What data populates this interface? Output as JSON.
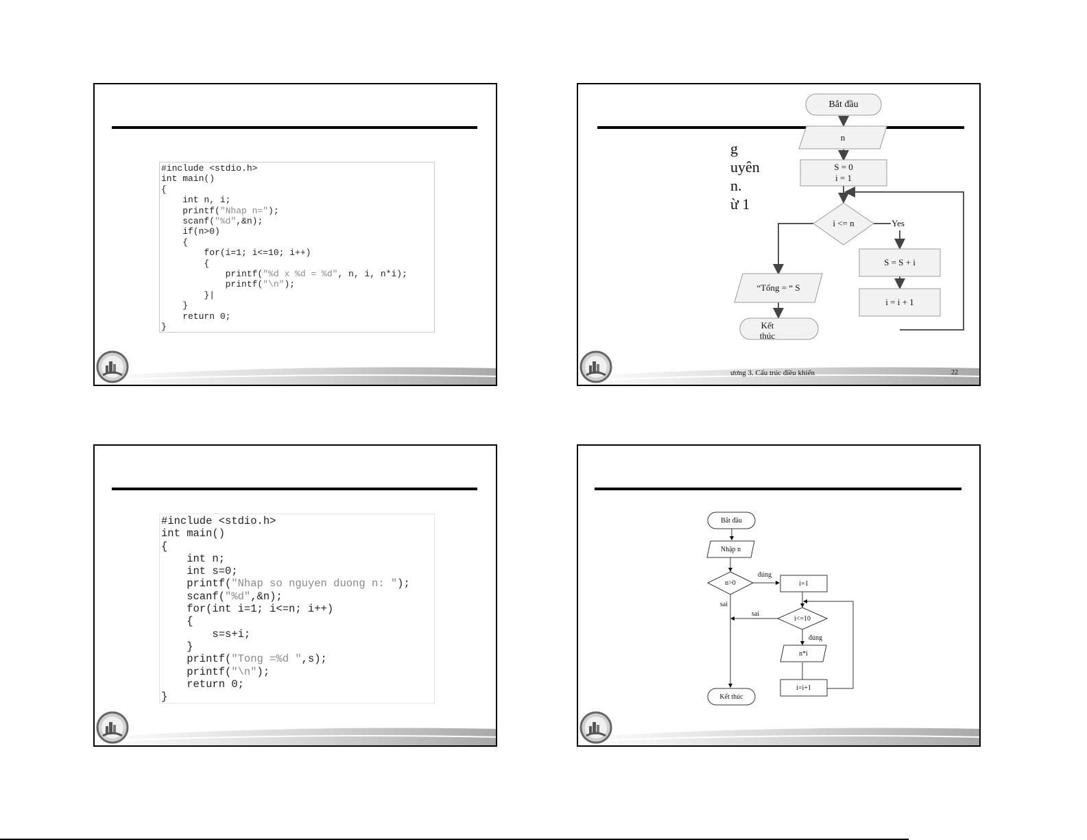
{
  "slides": {
    "slide1": {
      "code": [
        {
          "parts": [
            {
              "t": "#include <stdio.h>",
              "s": false
            }
          ]
        },
        {
          "parts": [
            {
              "t": "int main()",
              "s": false
            }
          ]
        },
        {
          "parts": [
            {
              "t": "{",
              "s": false
            }
          ]
        },
        {
          "parts": [
            {
              "t": "    int n, i;",
              "s": false
            }
          ]
        },
        {
          "parts": [
            {
              "t": "    printf(",
              "s": false
            },
            {
              "t": "\"Nhap n=\"",
              "s": true
            },
            {
              "t": ");",
              "s": false
            }
          ]
        },
        {
          "parts": [
            {
              "t": "    scanf(",
              "s": false
            },
            {
              "t": "\"%d\"",
              "s": true
            },
            {
              "t": ",&n);",
              "s": false
            }
          ]
        },
        {
          "parts": [
            {
              "t": "    if(n>0)",
              "s": false
            }
          ]
        },
        {
          "parts": [
            {
              "t": "    {",
              "s": false
            }
          ]
        },
        {
          "parts": [
            {
              "t": "        for(i=1; i<=10; i++)",
              "s": false
            }
          ]
        },
        {
          "parts": [
            {
              "t": "        {",
              "s": false
            }
          ]
        },
        {
          "parts": [
            {
              "t": "            printf(",
              "s": false
            },
            {
              "t": "\"%d x %d = %d\"",
              "s": true
            },
            {
              "t": ", n, i, n*i);",
              "s": false
            }
          ]
        },
        {
          "parts": [
            {
              "t": "            printf(",
              "s": false
            },
            {
              "t": "\"\\n\"",
              "s": true
            },
            {
              "t": ");",
              "s": false
            }
          ]
        },
        {
          "parts": [
            {
              "t": "        }|",
              "s": false
            }
          ]
        },
        {
          "parts": [
            {
              "t": "    }",
              "s": false
            }
          ]
        },
        {
          "parts": [
            {
              "t": "    return 0;",
              "s": false
            }
          ]
        },
        {
          "parts": [
            {
              "t": "}",
              "s": false
            }
          ]
        }
      ]
    },
    "slide2": {
      "side_text": [
        "g",
        "uyên",
        "n.",
        "ừ 1"
      ],
      "flowchart": {
        "start": "Bắt đầu",
        "input": "n",
        "init_line1": "S = 0",
        "init_line2": "i = 1",
        "condition": "i <= n",
        "yes_label": "Yes",
        "step1": "S = S + i",
        "step2": "i = i + 1",
        "output": "“Tổng = “ S",
        "end_line1": "Kết",
        "end_line2": "thúc"
      },
      "footer_text": "ương 3. Cấu trúc điều khiển",
      "page_number": "22"
    },
    "slide3": {
      "code": [
        {
          "parts": [
            {
              "t": "#include <stdio.h>",
              "s": false
            }
          ]
        },
        {
          "parts": [
            {
              "t": "int main()",
              "s": false
            }
          ]
        },
        {
          "parts": [
            {
              "t": "{",
              "s": false
            }
          ]
        },
        {
          "parts": [
            {
              "t": "    int n;",
              "s": false
            }
          ]
        },
        {
          "parts": [
            {
              "t": "    int s=0;",
              "s": false
            }
          ]
        },
        {
          "parts": [
            {
              "t": "    printf(",
              "s": false
            },
            {
              "t": "\"Nhap so nguyen duong n: \"",
              "s": true
            },
            {
              "t": ");",
              "s": false
            }
          ]
        },
        {
          "parts": [
            {
              "t": "    scanf(",
              "s": false
            },
            {
              "t": "\"%d\"",
              "s": true
            },
            {
              "t": ",&n);",
              "s": false
            }
          ]
        },
        {
          "parts": [
            {
              "t": "    for(int i=1; i<=n; i++)",
              "s": false
            }
          ]
        },
        {
          "parts": [
            {
              "t": "    {",
              "s": false
            }
          ]
        },
        {
          "parts": [
            {
              "t": "        s=s+i;",
              "s": false
            }
          ]
        },
        {
          "parts": [
            {
              "t": "    }",
              "s": false
            }
          ]
        },
        {
          "parts": [
            {
              "t": "    printf(",
              "s": false
            },
            {
              "t": "\"Tong =%d \"",
              "s": true
            },
            {
              "t": ",s);",
              "s": false
            }
          ]
        },
        {
          "parts": [
            {
              "t": "    printf(",
              "s": false
            },
            {
              "t": "\"\\n\"",
              "s": true
            },
            {
              "t": ");",
              "s": false
            }
          ]
        },
        {
          "parts": [
            {
              "t": "    return 0;",
              "s": false
            }
          ]
        },
        {
          "parts": [
            {
              "t": "}",
              "s": false
            }
          ]
        }
      ]
    },
    "slide4": {
      "flowchart": {
        "start": "Bắt đầu",
        "input": "Nhập n",
        "condition1": "n>0",
        "true_label1": "đúng",
        "false_label1": "sai",
        "init": "i=1",
        "condition2": "i<=10",
        "false_label2": "sai",
        "true_label2": "đúng",
        "output": "n*i",
        "step": "i=i+1",
        "end": "Kết thúc"
      }
    }
  }
}
